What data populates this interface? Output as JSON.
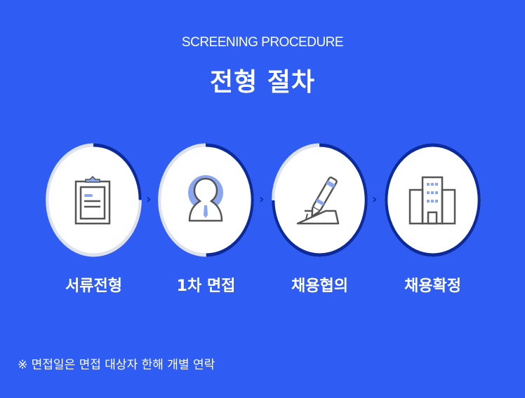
{
  "header": {
    "subtitle": "SCREENING PROCEDURE",
    "title": "전형 절차"
  },
  "steps": [
    {
      "label": "서류전형",
      "icon": "clipboard-icon",
      "progress": 0.25
    },
    {
      "label": "1차 면접",
      "icon": "interviewer-icon",
      "progress": 0.5
    },
    {
      "label": "채용협의",
      "icon": "pen-signing-icon",
      "progress": 0.75
    },
    {
      "label": "채용확정",
      "icon": "building-icon",
      "progress": 1.0
    }
  ],
  "arrow": "›",
  "note": "※ 면접일은 면접 대상자 한해 개별 연락",
  "colors": {
    "background": "#2f5cf2",
    "ring_dark": "#0b2a9e",
    "ring_light": "#dde2ec",
    "accent": "#8aa6ee",
    "icon_stroke": "#555555"
  }
}
